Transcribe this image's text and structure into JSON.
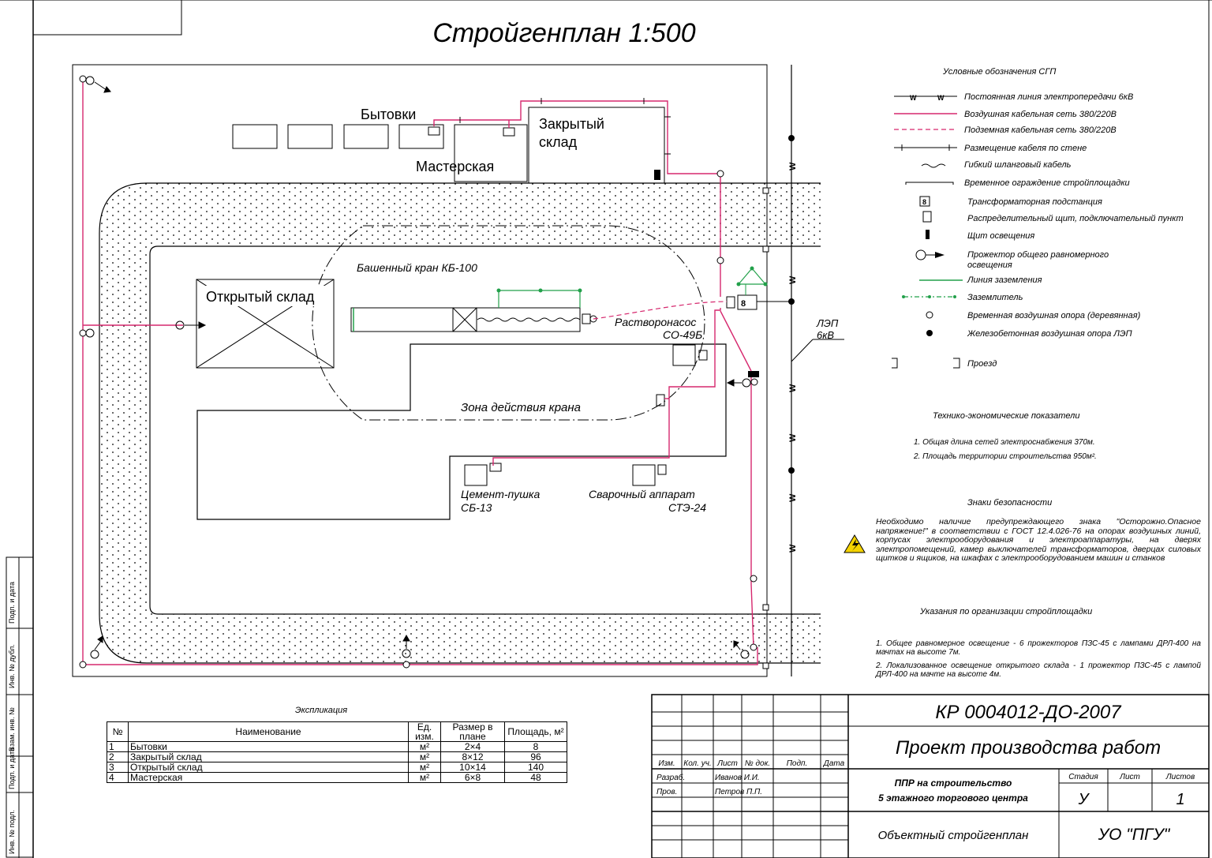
{
  "title": "Стройгенплан 1:500",
  "site": {
    "bytovki": "Бытовки",
    "zakryty": [
      "Закрытый",
      "склад"
    ],
    "masterskaya": "Мастерская",
    "otkryty": "Открытый склад",
    "kran": "Башенный кран КБ-100",
    "zona": "Зона действия крана",
    "rastvor": [
      "Растворонасос",
      "СО-49Б"
    ],
    "cement": [
      "Цемент-пушка",
      "СБ-13"
    ],
    "svarka": [
      "Сварочный аппарат",
      "СТЭ-24"
    ],
    "lep": [
      "ЛЭП",
      "6кВ"
    ],
    "w": "W"
  },
  "legend": {
    "title": "Условные обозначения СГП",
    "items": [
      "Постоянная линия электропередачи 6кВ",
      "Воздушная кабельная сеть 380/220В",
      "Подземная кабельная сеть 380/220В",
      "Размещение кабеля по стене",
      "Гибкий шланговый кабель",
      "Временное ограждение стройплощадки",
      "Трансформаторная подстанция",
      "Распределительный щит, подключательный пункт",
      "Щит освещения",
      "Прожектор общего равномерного",
      "освещения",
      "Линия заземления",
      "Заземлитель",
      "Временная воздушная опора (деревянная)",
      "Железобетонная воздушная опора ЛЭП",
      "Проезд"
    ],
    "w_mark": "W"
  },
  "tep": {
    "title": "Технико-экономические показатели",
    "items": [
      "1. Общая длина сетей электроснабжения 370м.",
      "2. Площадь территории строительства 950м²."
    ]
  },
  "safety": {
    "title": "Знаки безопасности",
    "text": "Необходимо наличие предупреждающего знака \"Осторожно.Опасное напряжение!\" в соответствии с ГОСТ 12.4.026-76 на опорах воздушных линий, корпусах электрооборудования и электроаппаратуры, на дверях электропомещений, камер выключателей трансформаторов, дверцах силовых щитков и ящиков, на шкафах с электрооборудованием машин и станков"
  },
  "instructions": {
    "title": "Указания по организации стройплощадки",
    "items": [
      "1. Общее равномерное освещение - 6 прожекторов ПЗС-45 с лампами ДРЛ-400 на мачтах на высоте 7м.",
      "2. Локализованное освещение открытого склада - 1 прожектор ПЗС-45 с лампой ДРЛ-400 на мачте на высоте 4м."
    ]
  },
  "explication": {
    "title": "Экспликация",
    "headers": [
      "№",
      "Наименование",
      "Ед. изм.",
      "Размер в плане",
      "Площадь, м²"
    ],
    "rows": [
      [
        "1",
        "Бытовки",
        "м²",
        "2×4",
        "8"
      ],
      [
        "2",
        "Закрытый склад",
        "м²",
        "8×12",
        "96"
      ],
      [
        "3",
        "Открытый склад",
        "м²",
        "10×14",
        "140"
      ],
      [
        "4",
        "Мастерская",
        "м²",
        "6×8",
        "48"
      ]
    ]
  },
  "stamp": {
    "code": "КР 0004012-ДО-2007",
    "project": "Проект производства работ",
    "cols": [
      "Изм.",
      "Кол. уч.",
      "Лист",
      "№ док.",
      "Подп.",
      "Дата"
    ],
    "razrab": "Разраб.",
    "razrab_name": "Иванов И.И.",
    "prov": "Пров.",
    "prov_name": "Петров П.П.",
    "object1": "ППР на строительство",
    "object2": "5 этажного торгового центра",
    "stadia_label": "Стадия",
    "list_label": "Лист",
    "listov_label": "Листов",
    "stadia": "У",
    "listov": "1",
    "sheet_name": "Объектный стройгенплан",
    "org": "УО \"ПГУ\""
  },
  "side_stamp": [
    "Инв. № подл.",
    "Подп. и дата",
    "Взам. инв. №",
    "Инв. № дубл.",
    "Подп. и дата"
  ]
}
